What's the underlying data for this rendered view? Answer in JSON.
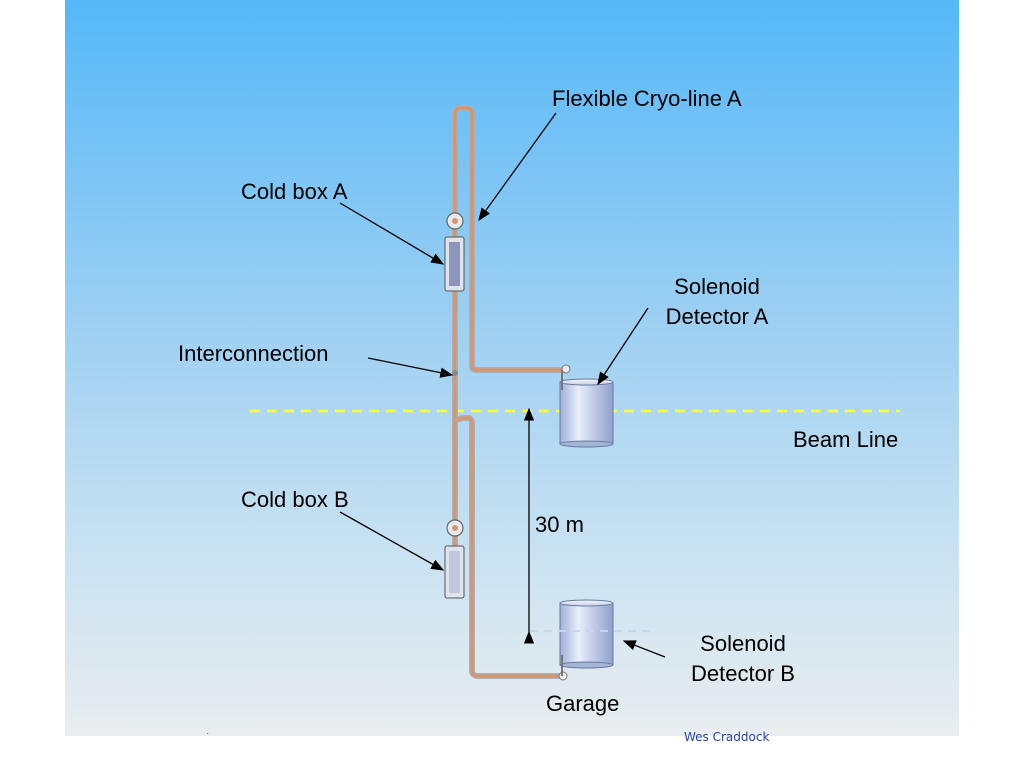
{
  "labels": {
    "flexible_cryo_line": "Flexible Cryo-line A",
    "cold_box_a": "Cold box A",
    "solenoid_a_line1": "Solenoid",
    "solenoid_a_line2": "Detector A",
    "interconnection": "Interconnection",
    "beam_line": "Beam Line",
    "cold_box_b": "Cold box B",
    "distance": "30 m",
    "solenoid_b_line1": "Solenoid",
    "solenoid_b_line2": "Detector B",
    "garage": "Garage"
  },
  "footer": {
    "author": "Wes Craddock",
    "mark": "·"
  },
  "colors": {
    "pipe_copper": "#d9956a",
    "pipe_gray": "#c8ccd2",
    "beam_line": "#ffff33",
    "detector": "#c9d4ee",
    "arrow": "#000000"
  }
}
